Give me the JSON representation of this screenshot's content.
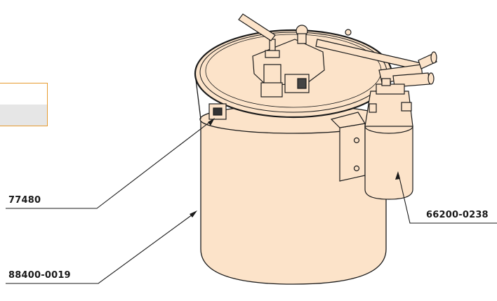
{
  "callouts": {
    "c1": "77480",
    "c2": "88400-0019",
    "c3": "66200-0238"
  },
  "colors": {
    "body_fill": "#fce3c9",
    "line": "#1a1a1a",
    "panel_border": "#e69a2e",
    "panel_bottom": "#e6e6e6"
  }
}
